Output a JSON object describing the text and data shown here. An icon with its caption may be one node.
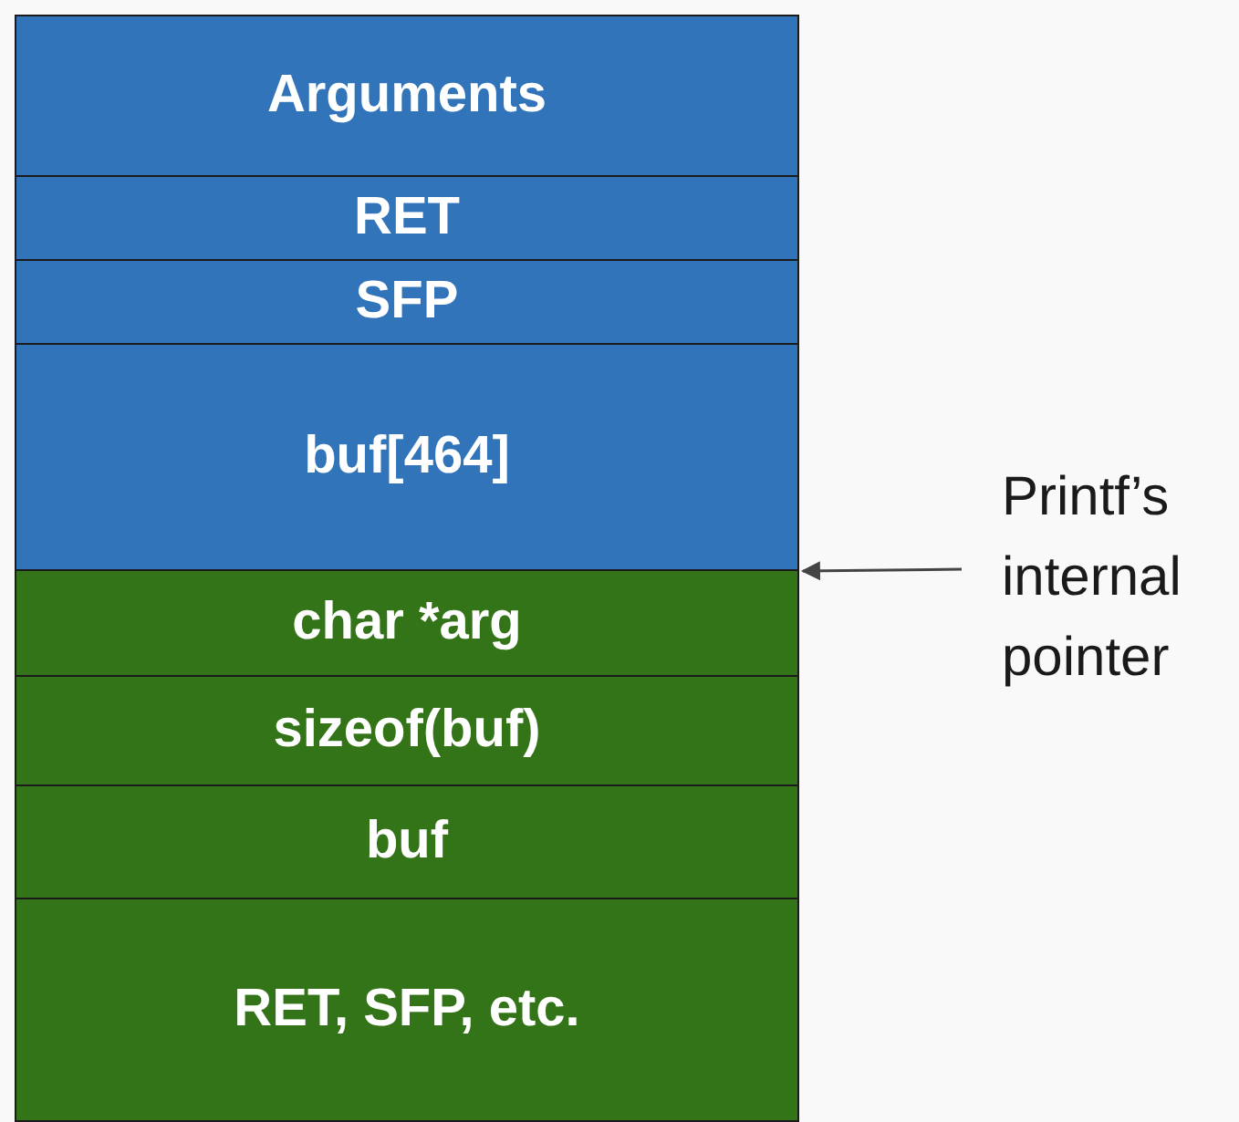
{
  "diagram": {
    "nodes": [
      {
        "text": [
          "Arguments"
        ]
      },
      {
        "text": [
          "RET"
        ]
      },
      {
        "text": [
          "SFP"
        ]
      },
      {
        "text": [
          "buf[464]"
        ]
      },
      {
        "text": [
          "char *arg"
        ]
      },
      {
        "text": [
          "sizeof(buf)"
        ]
      },
      {
        "text": [
          "buf"
        ]
      },
      {
        "text": [
          "RET, SFP, etc."
        ]
      },
      {
        "text": [
          "Printf’s internal pointer"
        ]
      }
    ],
    "edges": [
      {
        "from": 8,
        "to": 4,
        "arrow": "to"
      }
    ]
  }
}
